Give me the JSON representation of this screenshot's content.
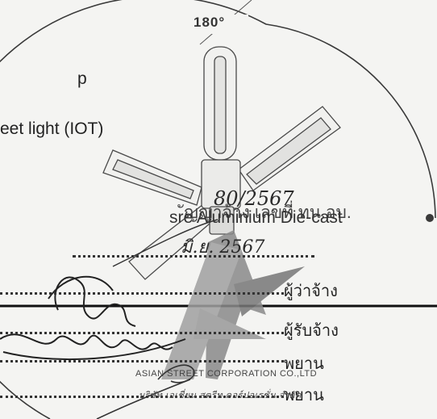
{
  "fragment_top": "p",
  "street_light_text": "eet light (IOT)",
  "angle_label": "180°",
  "contract_text": "ัญญาจ้าง เลขที่ ทน.อบ.",
  "contract_number": "80/2567",
  "die_cast_text": "sre Aluminium Die-cast",
  "date_text": "มิ.ย. 2567",
  "roles": {
    "employer": "ผู้ว่าจ้าง",
    "contractor": "ผู้รับจ้าง",
    "witness_1": "พยาน",
    "witness_2": "พยาน"
  },
  "stamp": {
    "line1": "ASIAN STREET CORPORATION CO.,LTD",
    "line2": "บริษัท เอเชี่ยน สตรีท คอร์ปอเรชั่น จำกัด"
  },
  "icons": {
    "lamp": "street-lamp-diagram",
    "stamp": "company-seal-logo"
  }
}
